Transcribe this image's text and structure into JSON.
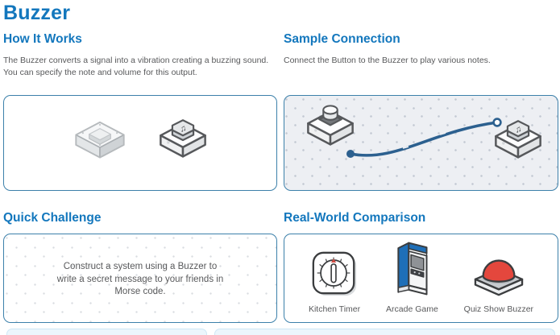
{
  "title": "Buzzer",
  "colors": {
    "heading_blue": "#1377bd",
    "body_gray": "#58595b",
    "panel_border": "#3c80aa",
    "canvas_background": "#edeff3",
    "wire_blue": "#2c608f",
    "arcade_blue": "#1e6fb8",
    "buzzer_red": "#e4473d"
  },
  "icons": {
    "music_note": "♫"
  },
  "sections": {
    "how_it_works": {
      "heading": "How It Works",
      "body": "The Buzzer converts a signal into a vibration creating a buzzing sound.\nYou can specify the note and volume for this output.",
      "images": [
        "buzzer-photo",
        "buzzer-illustration"
      ]
    },
    "sample_connection": {
      "heading": "Sample Connection",
      "body": "Connect the Button to the Buzzer to play various notes.",
      "diagram": {
        "from": "button-block",
        "to": "buzzer-block",
        "link": "wire"
      }
    },
    "quick_challenge": {
      "heading": "Quick Challenge",
      "body": "Construct a system using a Buzzer to\nwrite a secret message to your friends in\nMorse code."
    },
    "real_world_comparison": {
      "heading": "Real-World Comparison",
      "items": [
        {
          "label": "Kitchen Timer",
          "icon": "kitchen-timer-icon"
        },
        {
          "label": "Arcade Game",
          "icon": "arcade-game-icon"
        },
        {
          "label": "Quiz Show Buzzer",
          "icon": "quiz-show-buzzer-icon"
        }
      ]
    }
  }
}
